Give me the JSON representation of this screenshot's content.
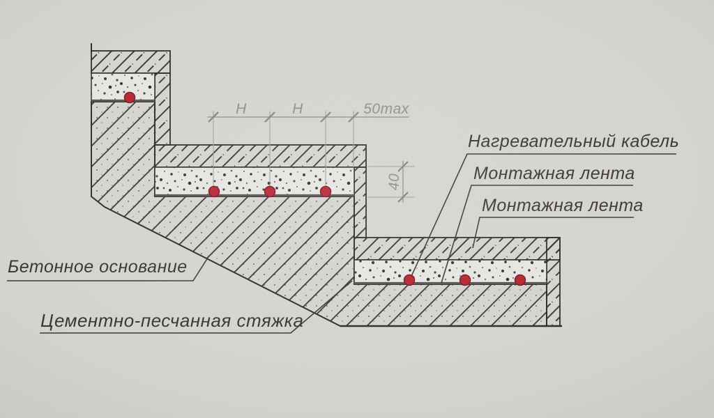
{
  "diagram": {
    "type": "technical-section",
    "subject": "floor-heating-cable-on-stairs",
    "callouts_right": [
      {
        "id": "heating-cable",
        "text": "Нагревательный кабель"
      },
      {
        "id": "mounting-tape-1",
        "text": "Монтажная лента"
      },
      {
        "id": "mounting-tape-2",
        "text": "Монтажная лента"
      }
    ],
    "callouts_left": [
      {
        "id": "concrete-base",
        "text": "Бетонное основание"
      },
      {
        "id": "cement-sand-screed",
        "text": "Цементно-песчанная стяжка"
      }
    ],
    "dimensions": {
      "cable_spacing_1": "H",
      "cable_spacing_2": "H",
      "edge_offset": "50max",
      "screed_thickness": "40"
    },
    "colors": {
      "paper": "#d9d7d3",
      "ink": "#2b2a27",
      "dimension_gray": "#8f8d89",
      "cable_red": "#b7222e",
      "tape_gray": "#55524e"
    }
  }
}
